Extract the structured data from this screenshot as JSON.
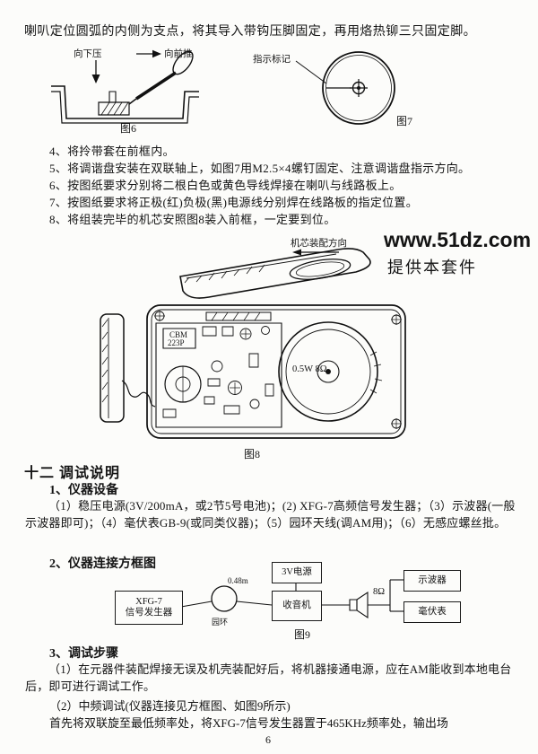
{
  "doc": {
    "intro": "喇叭定位圆弧的内侧为支点，将其导入带钩压脚固定，再用烙热铆三只固定脚。",
    "page_number": "6"
  },
  "steps": [
    "4、将拎带套在前框内。",
    "5、将调谐盘安装在双联轴上，如图7用M2.5×4螺钉固定、注意调谐盘指示方向。",
    "6、按图纸要求分别将二根白色或黄色导线焊接在喇叭与线路板上。",
    "7、按图纸要求将正极(红)负极(黑)电源线分别焊在线路板的指定位置。",
    "8、将组装完毕的机芯安照图8装入前框，一定要到位。"
  ],
  "watermark": {
    "site": "www.51dz.com",
    "tagline": "提供本套件"
  },
  "figures": {
    "fig6": {
      "press_down": "向下压",
      "push_forward": "向前推",
      "caption": "图6"
    },
    "fig7": {
      "indicator": "指示标记",
      "caption": "图7"
    },
    "frame": {
      "assembly_direction": "机芯装配方向"
    },
    "fig8": {
      "chip_line1": "CBM",
      "chip_line2": "223P",
      "speaker": "0.5W 8Ω",
      "caption": "图8"
    },
    "fig9": {
      "gen_line1": "XFG-7",
      "gen_line2": "信号发生器",
      "loop": "园环",
      "distance": "0.48m",
      "radio": "收音机",
      "power": "3V电源",
      "scope": "示波器",
      "meter": "毫伏表",
      "ohm": "8Ω",
      "caption": "图9"
    }
  },
  "section": {
    "title": "十二 调试说明",
    "sub1": "1、仪器设备",
    "equipment": "（1）稳压电源(3V/200mA，或2节5号电池)；(2) XFG-7高频信号发生器；（3）示波器(一般示波器即可)；（4）毫伏表GB-9(或同类仪器)；（5）园环天线(调AM用)；（6）无感应螺丝批。",
    "sub2": "2、仪器连接方框图",
    "sub3": "3、调试步骤",
    "para1": "（1）在元器件装配焊接无误及机壳装配好后，将机器接通电源，应在AM能收到本地电台后，即可进行调试工作。",
    "para2": "（2）中频调试(仪器连接见方框图、如图9所示)",
    "para3": "首先将双联旋至最低频率处，将XFG-7信号发生器置于465KHz频率处，输出场"
  }
}
